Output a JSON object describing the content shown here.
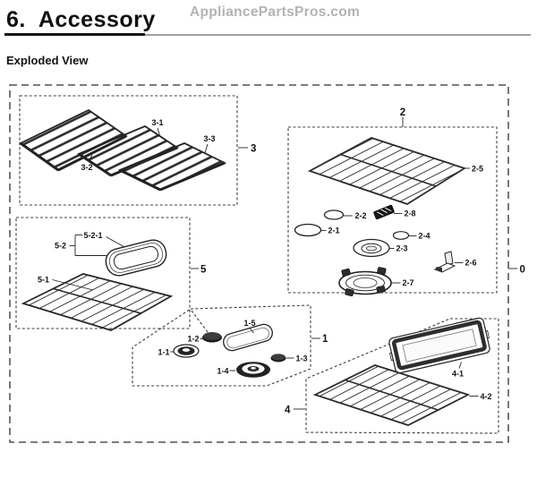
{
  "colors": {
    "ink": "#1a1a1a",
    "watermark": "#b3b3b3"
  },
  "header": {
    "section_title": "6.  Accessory",
    "watermark": "AppliancePartsPros.com",
    "view_label": "Exploded View"
  },
  "diagram": {
    "outer_label": "0",
    "groups": {
      "g1": {
        "label": "1",
        "parts": {
          "p1": "1-1",
          "p2": "1-2",
          "p3": "1-3",
          "p4": "1-4",
          "p5": "1-5"
        }
      },
      "g2": {
        "label": "2",
        "parts": {
          "p1": "2-1",
          "p2": "2-2",
          "p3": "2-3",
          "p4": "2-4",
          "p5": "2-5",
          "p6": "2-6",
          "p7": "2-7",
          "p8": "2-8"
        }
      },
      "g3": {
        "label": "3",
        "parts": {
          "p1": "3-1",
          "p2": "3-2",
          "p3": "3-3"
        }
      },
      "g4": {
        "label": "4",
        "parts": {
          "p1": "4-1",
          "p2": "4-2"
        }
      },
      "g5": {
        "label": "5",
        "parts": {
          "p1": "5-1",
          "p2": "5-2",
          "p21": "5-2-1"
        }
      }
    }
  }
}
